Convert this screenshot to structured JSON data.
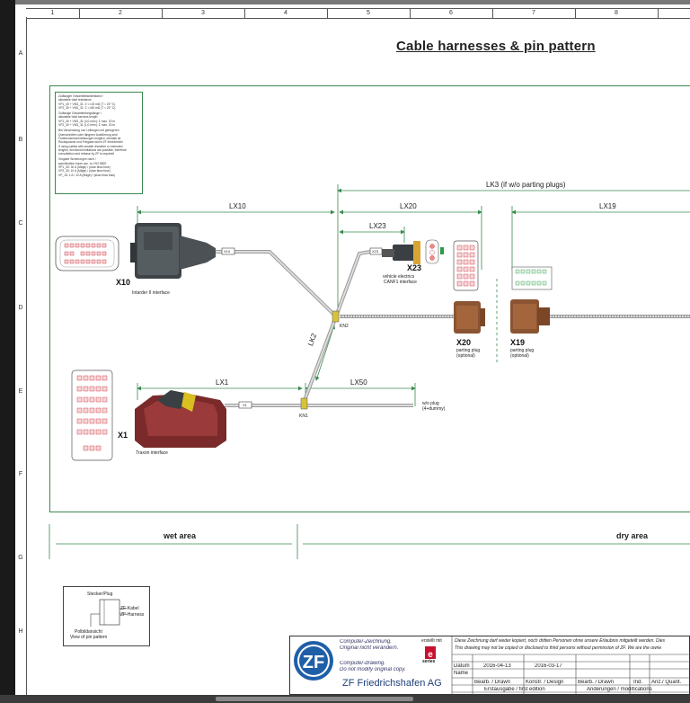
{
  "title": "Cable harnesses & pin pattern",
  "ruler": {
    "columns": [
      "1",
      "2",
      "3",
      "4",
      "5",
      "6",
      "7",
      "8"
    ],
    "rows": [
      "A",
      "B",
      "C",
      "D",
      "E",
      "F",
      "G",
      "H"
    ]
  },
  "infobox_lines": [
    "Zulässiger Gesamtleitwiderstand /",
    "allowable total resistance",
    "VP1_30 + VM1_31:   Σ <=15 mΩ (T = 25 °C)",
    "VP2_30 + VM1_31:   Σ <=65 mΩ (T = 25 °C)",
    "",
    "Zulässige Gesamtleitungslänge /",
    "allowable total harness length",
    "VP1_30 + VM1_31 (4,0 mm²):   Σ max. 20 m",
    "VP2_30 + VM1_31 (1,0 mm²):   Σ max. 20 m",
    "",
    "Bei Verwendung von Leitungen mit geringeren",
    "Querschnitten oder längerer Ausführung sind",
    "Funktionseinschränkungen möglich, deshalb ist",
    "Rücksprache und Freigabe durch ZF erforderlich!",
    "If using cables with smaller diameter or extended",
    "lengths, functional limitations are possible, therefore",
    "consultation and release by ZF is required!",
    "",
    "Vorgabe Sicherungen nach /",
    "specification fuses acc. to:          ISO 8820",
    "VP1_30:        30 A (Mäge) /    (slow blow fuse)",
    "VP2_30:        10 A (Mäge) /    (slow blow fuse)",
    "VP_15:     1 A / 10 A (Mäge) /  (slow blow fuse)"
  ],
  "dimensions": {
    "lk3": "LK3 (if w/o parting plugs)",
    "lx10": "LX10",
    "lx20": "LX20",
    "lx19": "LX19",
    "lx23": "LX23",
    "lk2": "LK2",
    "lx1": "LX1",
    "lx50": "LX50"
  },
  "connectors": {
    "x10": {
      "name": "X10",
      "desc": "Intarder II interface",
      "tag": "X10"
    },
    "x23": {
      "name": "X23",
      "desc1": "vehicle electrics",
      "desc2": "CANF1 interface",
      "tag": "X23"
    },
    "x20": {
      "name": "X20",
      "desc1": "parting plug",
      "desc2": "(optional)"
    },
    "x19": {
      "name": "X19",
      "desc1": "parting plug",
      "desc2": "(optional)"
    },
    "x1": {
      "name": "X1",
      "desc": "Traxon interface",
      "tag": "X1"
    }
  },
  "nodes": {
    "kn1": "KN1",
    "kn2": "KN2"
  },
  "x50_end": {
    "line1": "w/o plug",
    "line2": "(4+dummy)"
  },
  "areas": {
    "wet": "wet area",
    "dry": "dry area"
  },
  "legend": {
    "top": "Stecker/Plug",
    "kabel": "ZF-Kabel",
    "harness": "ZF-Harness",
    "pol1": "Polbildansicht",
    "pol2": "View of pin pattern"
  },
  "titleblock": {
    "cz_de": "Computer-Zeichnung.",
    "cz_de2": "Original nicht verändern.",
    "cz_en": "Computer-drawing.",
    "cz_en2": "Do not modify original copy.",
    "created": "erstellt mit",
    "series": "series",
    "company": "ZF Friedrichshafen AG",
    "notice_de": "Diese Zeichnung darf weder kopiert, noch dritten Personen ohne unsere Erlaubnis mitgeteilt werden. Dies",
    "notice_en": "This drawing may not be copied or disclosed to third persons without permission of ZF. We are the owne",
    "datum": "Datum",
    "date1": "2016-04-13",
    "date2": "2016-03-17",
    "name": "Name",
    "drawn1": "Bearb. / Drawn",
    "design": "Konstr. / Design",
    "drawn2": "Bearb. / Drawn",
    "ind": "Ind.",
    "quant": "Anz./ Quant.",
    "edition": "Erstausgabe / first edition",
    "modifications": "Änderungen / modifications"
  }
}
